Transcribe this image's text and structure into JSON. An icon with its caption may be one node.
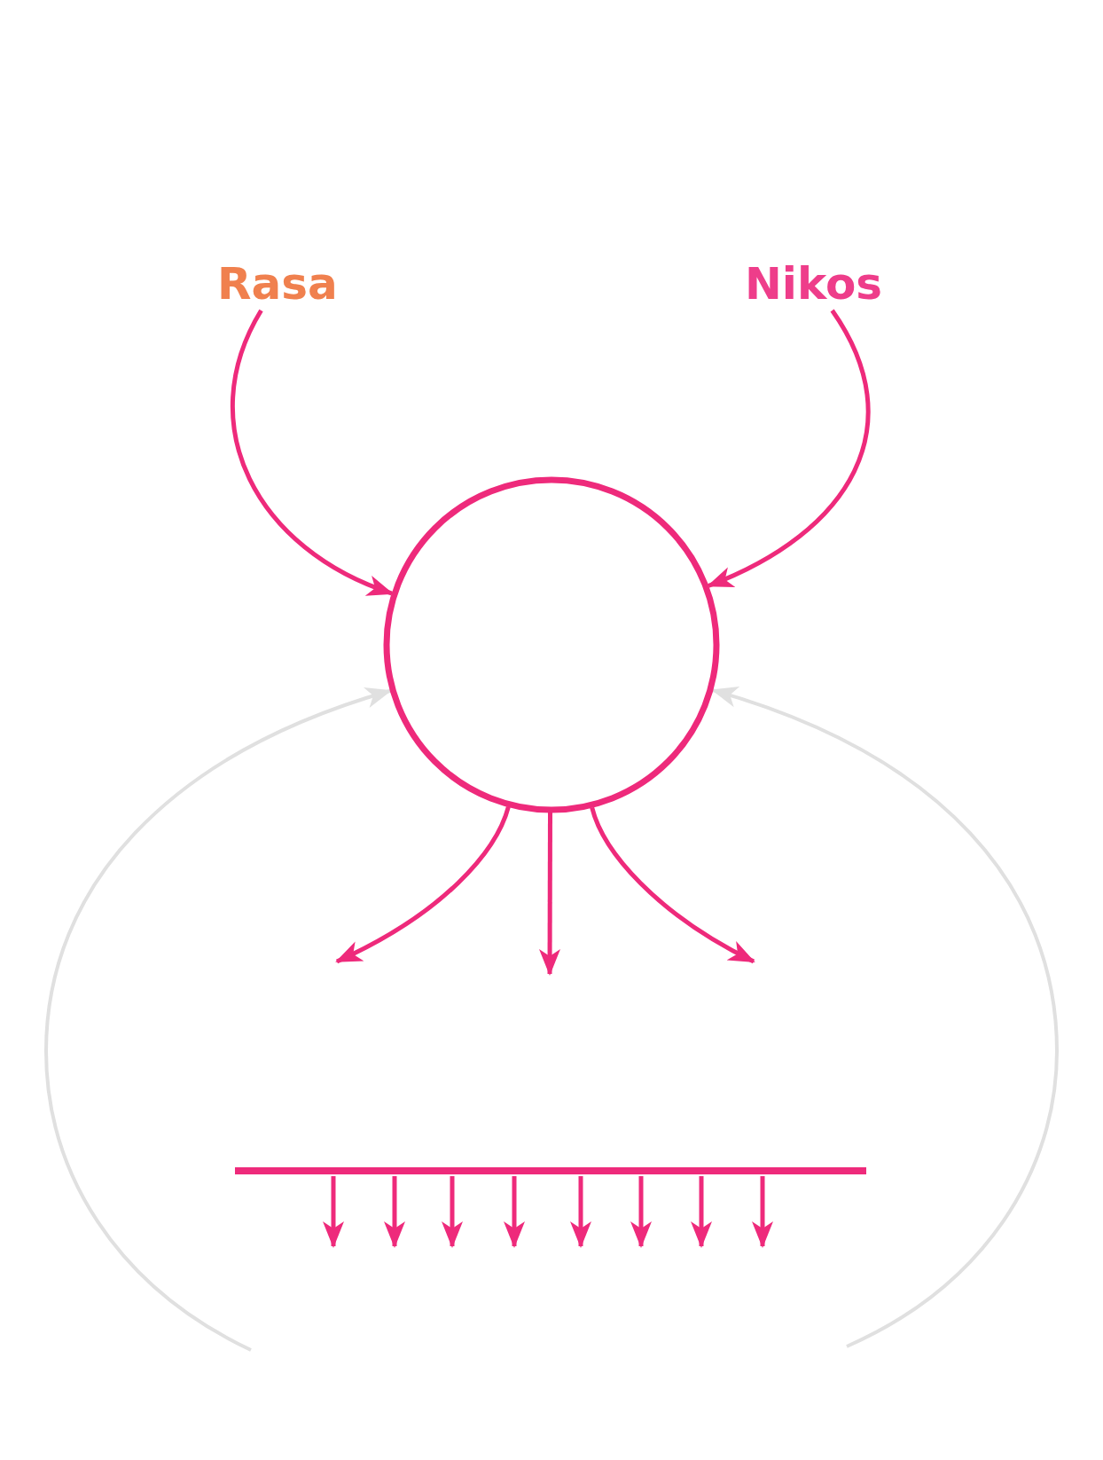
{
  "diagram": {
    "nodes": [
      {
        "text": [
          "Rasa"
        ]
      },
      {
        "text": [
          "Nikos"
        ]
      },
      {
        "text": [],
        "shape": "circle"
      },
      {
        "text": [],
        "shape": "bar"
      }
    ],
    "edges": [
      {
        "from": 0,
        "to": 2,
        "arrow": "to"
      },
      {
        "from": 1,
        "to": 2,
        "arrow": "to"
      },
      {
        "from": 2,
        "to": null,
        "arrow": "to"
      },
      {
        "from": 2,
        "to": null,
        "arrow": "to"
      },
      {
        "from": 2,
        "to": null,
        "arrow": "to"
      },
      {
        "from": null,
        "to": 2,
        "arrow": "to",
        "color": "#e0e0e0"
      },
      {
        "from": null,
        "to": 2,
        "arrow": "to",
        "color": "#e0e0e0"
      },
      {
        "from": 3,
        "to": null,
        "arrow": "to"
      },
      {
        "from": 3,
        "to": null,
        "arrow": "to"
      },
      {
        "from": 3,
        "to": null,
        "arrow": "to"
      },
      {
        "from": 3,
        "to": null,
        "arrow": "to"
      },
      {
        "from": 3,
        "to": null,
        "arrow": "to"
      },
      {
        "from": 3,
        "to": null,
        "arrow": "to"
      },
      {
        "from": 3,
        "to": null,
        "arrow": "to"
      },
      {
        "from": 3,
        "to": null,
        "arrow": "to"
      }
    ]
  }
}
